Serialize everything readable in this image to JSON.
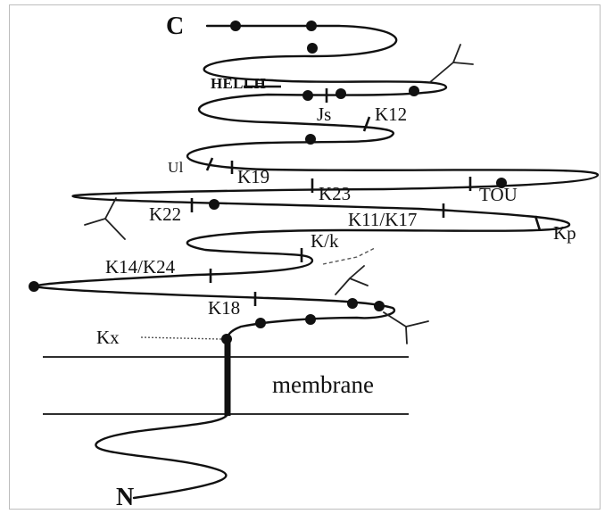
{
  "diagram": {
    "terminus_c": "C",
    "terminus_n": "N",
    "membrane_label": "membrane",
    "epitopes": {
      "hellh": "HELLH",
      "js": "Js",
      "k12": "K12",
      "ul": "Ul",
      "k19": "K19",
      "k23": "K23",
      "tou": "TOU",
      "k22": "K22",
      "k11_k17": "K11/K17",
      "kp": "Kp",
      "k_k": "K/k",
      "k14_k24": "K14/K24",
      "k18": "K18",
      "kx": "Kx"
    }
  }
}
